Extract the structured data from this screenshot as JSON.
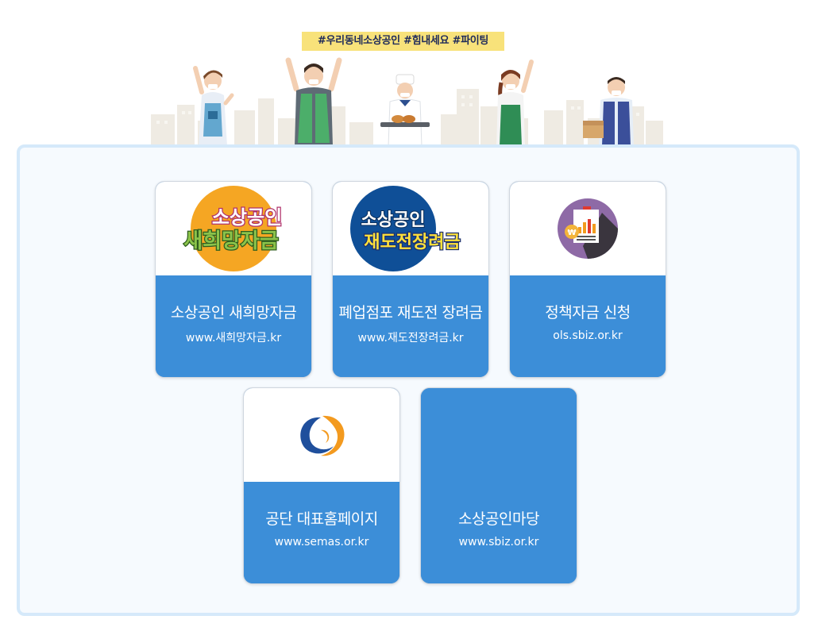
{
  "header": {
    "banner_text": "#우리동네소상공인  #힘내세요  #파이팅"
  },
  "cards": [
    {
      "title": "소상공인 새희망자금",
      "url": "www.새희망자금.kr",
      "logo": {
        "line1": "소상공인",
        "line2": "새희망자금",
        "icon": "hope-fund-logo-icon"
      }
    },
    {
      "title": "폐업점포 재도전 장려금",
      "url": "www.재도전장려금.kr",
      "logo": {
        "line1": "소상공인",
        "line2": "재도전장려금",
        "icon": "restart-grant-logo-icon"
      }
    },
    {
      "title": "정책자금 신청",
      "url": "ols.sbiz.or.kr",
      "logo": {
        "icon": "document-chart-icon",
        "coin_symbol": "₩"
      }
    },
    {
      "title": "공단 대표홈페이지",
      "url": "www.semas.or.kr",
      "logo": {
        "icon": "semas-logo-icon"
      }
    },
    {
      "title": "소상공인마당",
      "url": "www.sbiz.or.kr"
    }
  ],
  "colors": {
    "card_blue": "#3c8ed8",
    "panel_border": "#d5e9fa",
    "panel_bg": "#f6fafe",
    "banner_yellow": "#f8e27a"
  }
}
